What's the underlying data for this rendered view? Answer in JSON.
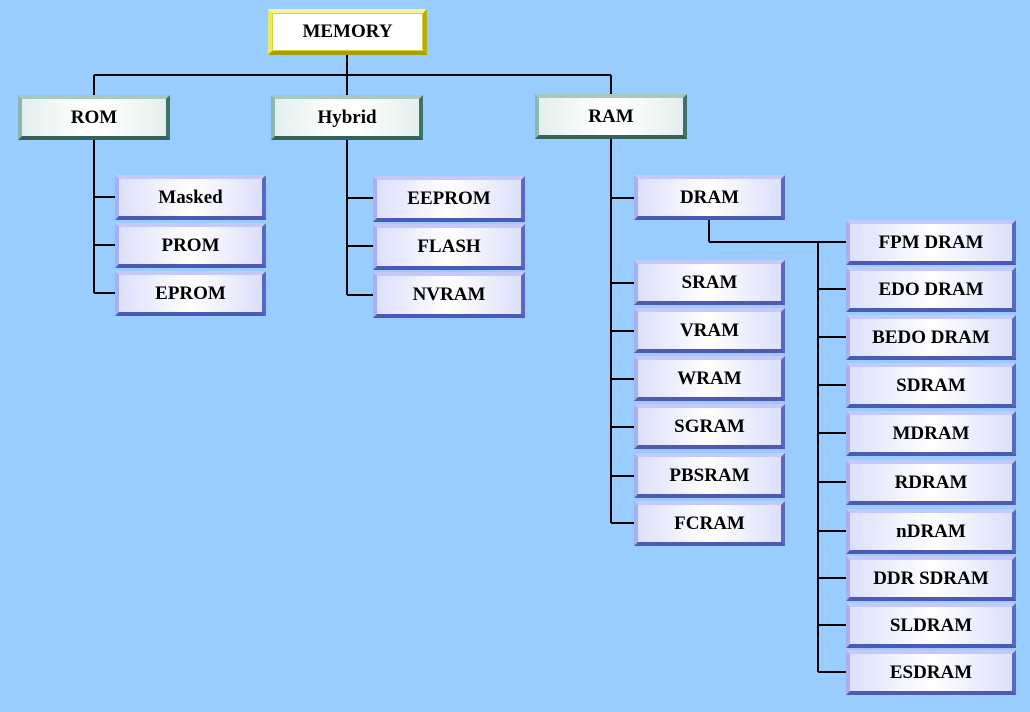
{
  "root": {
    "label": "MEMORY"
  },
  "categories": [
    {
      "label": "ROM",
      "children": [
        "Masked",
        "PROM",
        "EPROM"
      ]
    },
    {
      "label": "Hybrid",
      "children": [
        "EEPROM",
        "FLASH",
        "NVRAM"
      ]
    },
    {
      "label": "RAM",
      "children": [
        "DRAM",
        "SRAM",
        "VRAM",
        "WRAM",
        "SGRAM",
        "PBSRAM",
        "FCRAM"
      ]
    }
  ],
  "dram_types": [
    "FPM DRAM",
    "EDO DRAM",
    "BEDO DRAM",
    "SDRAM",
    "MDRAM",
    "RDRAM",
    "nDRAM",
    "DDR SDRAM",
    "SLDRAM",
    "ESDRAM"
  ],
  "colors": {
    "background": "#99ccff",
    "connector": "#000000"
  }
}
